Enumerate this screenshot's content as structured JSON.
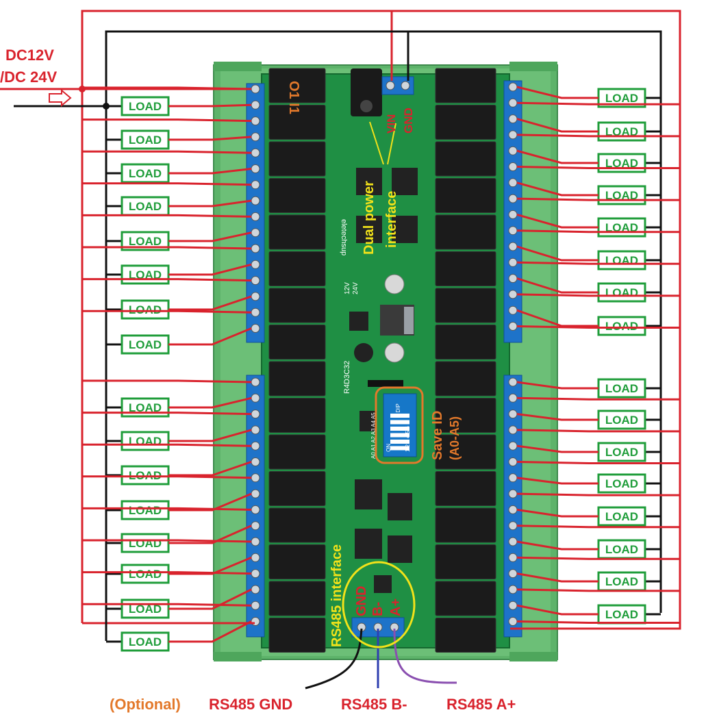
{
  "power": {
    "label_line1": "DC12V",
    "label_line2": "/DC 24V",
    "vin": "VIN",
    "gnd": "GND",
    "dual_power_line1": "Dual power",
    "dual_power_line2": "interface",
    "vsel_12": "12V",
    "vsel_24": "24V"
  },
  "board": {
    "side_text_left": "eletechsup",
    "model": "R4D3C32",
    "dip_text": "DIP",
    "dip_numbers": "1 2 3 4 5 6",
    "dip_on": "ON",
    "dip_addr": "A0 A1 A2 A3 A4 A5"
  },
  "annotations": {
    "o1_i1": "O1 I1",
    "slave_id_line1": "Save ID",
    "slave_id_line2": "(A0-A5)",
    "rs485_interface": "RS485 interface",
    "rs485_gnd_pin": "GND",
    "rs485_b_pin": "B-",
    "rs485_a_pin": "A+"
  },
  "bottom_labels": {
    "optional": "(Optional)",
    "gnd": "RS485 GND",
    "b": "RS485 B-",
    "a": "RS485 A+"
  },
  "load_label": "LOAD",
  "colors": {
    "board": "#1f8f44",
    "rail": "#5db36a",
    "terminal": "#1e73c9",
    "load": "#1f9d3a",
    "wire_red": "#d9232d",
    "wire_black": "#111111",
    "label_orange": "#e3792b",
    "label_red": "#d9232d",
    "label_yellow": "#f2e21a"
  }
}
